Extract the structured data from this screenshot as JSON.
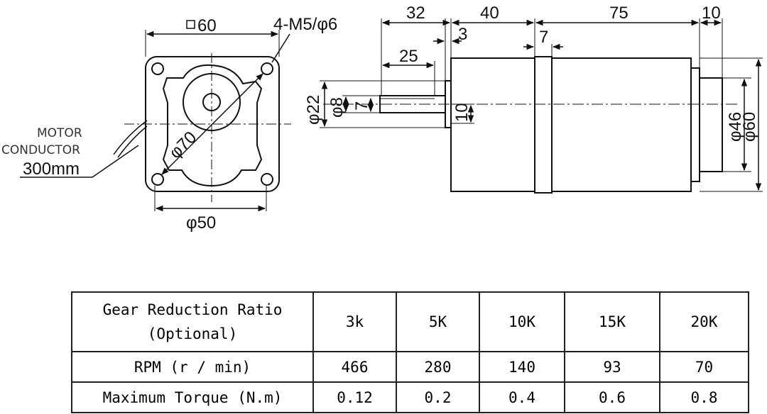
{
  "drawing": {
    "front_view": {
      "square_label": "60",
      "hole_label": "4-M5/φ6",
      "pcd_label": "φ70",
      "pilot_label": "φ50"
    },
    "conductor": {
      "line1": "MOTOR",
      "line2": "CONDUCTOR",
      "length": "300mm"
    },
    "side_view": {
      "dims_top": [
        "32",
        "40",
        "75",
        "10"
      ],
      "dim_3": "3",
      "dim_7_top": "7",
      "dim_25": "25",
      "dim_22": "φ22",
      "dim_8": "φ8",
      "dim_7_key": "7",
      "dim_10": "10",
      "dim_46": "φ46",
      "dim_60": "φ60"
    }
  },
  "table": {
    "header_label": "Gear Reduction Ratio\n(Optional)",
    "ratios": [
      "3k",
      "5K",
      "10K",
      "15K",
      "20K"
    ],
    "rpm_label": "RPM (r / min)",
    "rpm": [
      "466",
      "280",
      "140",
      "93",
      "70"
    ],
    "torque_label": "Maximum Torque (N.m)",
    "torque": [
      "0.12",
      "0.2",
      "0.4",
      "0.6",
      "0.8"
    ]
  }
}
